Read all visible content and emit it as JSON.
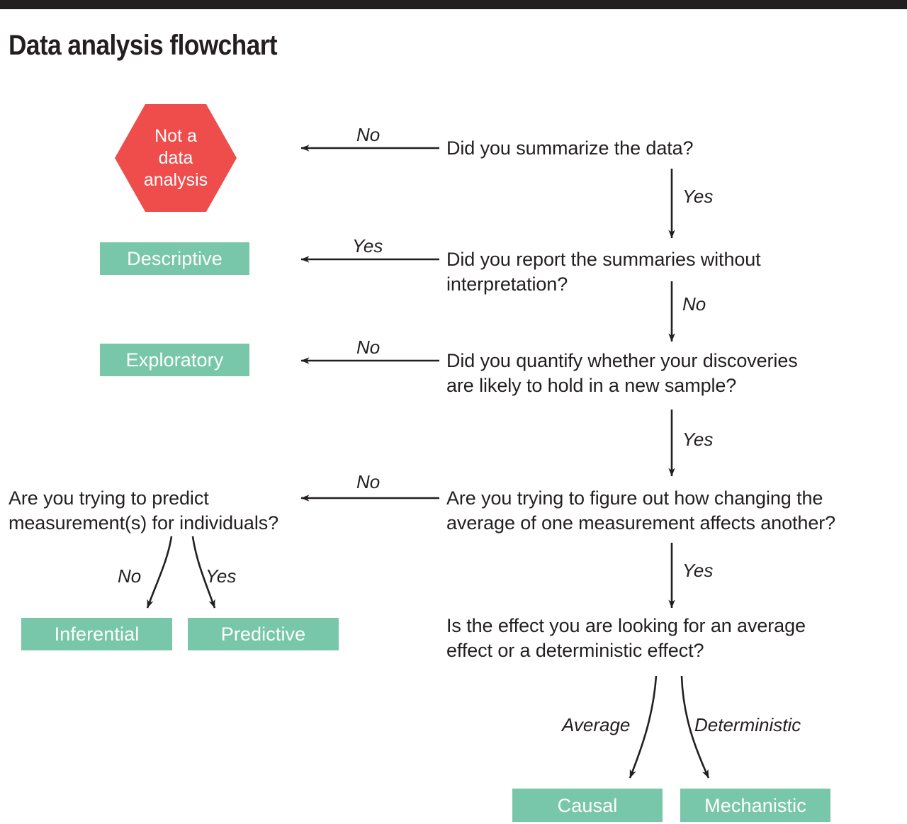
{
  "header": {
    "title": "Data analysis flowchart",
    "bar_color": "#231f20"
  },
  "palette": {
    "terminal_red": "#ef4c4c",
    "terminal_green": "#78c7aa",
    "text": "#231f20",
    "background": "#ffffff"
  },
  "chart_data": {
    "type": "diagram",
    "title": "Data analysis flowchart",
    "nodes": [
      {
        "id": "n1",
        "kind": "question",
        "text": "Did you summarize the data?"
      },
      {
        "id": "n2",
        "kind": "question",
        "text": "Did you report the summaries without interpretation?"
      },
      {
        "id": "n3",
        "kind": "question",
        "text": "Did you quantify whether your discoveries are likely to hold in a new sample?"
      },
      {
        "id": "n4",
        "kind": "question",
        "text": "Are you trying to figure out how changing the average of one measurement affects another?"
      },
      {
        "id": "n5",
        "kind": "question",
        "text": "Are you trying to predict measurement(s) for individuals?"
      },
      {
        "id": "n6",
        "kind": "question",
        "text": "Is the effect you are looking for an average effect or a deterministic effect?"
      },
      {
        "id": "t1",
        "kind": "terminal-hex",
        "text": "Not a data analysis"
      },
      {
        "id": "t2",
        "kind": "terminal-box",
        "text": "Descriptive"
      },
      {
        "id": "t3",
        "kind": "terminal-box",
        "text": "Exploratory"
      },
      {
        "id": "t4",
        "kind": "terminal-box",
        "text": "Inferential"
      },
      {
        "id": "t5",
        "kind": "terminal-box",
        "text": "Predictive"
      },
      {
        "id": "t6",
        "kind": "terminal-box",
        "text": "Causal"
      },
      {
        "id": "t7",
        "kind": "terminal-box",
        "text": "Mechanistic"
      }
    ],
    "edges": [
      {
        "from": "n1",
        "to": "t1",
        "label": "No"
      },
      {
        "from": "n1",
        "to": "n2",
        "label": "Yes"
      },
      {
        "from": "n2",
        "to": "t2",
        "label": "Yes"
      },
      {
        "from": "n2",
        "to": "n3",
        "label": "No"
      },
      {
        "from": "n3",
        "to": "t3",
        "label": "No"
      },
      {
        "from": "n3",
        "to": "n4",
        "label": "Yes"
      },
      {
        "from": "n4",
        "to": "n5",
        "label": "No"
      },
      {
        "from": "n4",
        "to": "n6",
        "label": "Yes"
      },
      {
        "from": "n5",
        "to": "t4",
        "label": "No"
      },
      {
        "from": "n5",
        "to": "t5",
        "label": "Yes"
      },
      {
        "from": "n6",
        "to": "t6",
        "label": "Average"
      },
      {
        "from": "n6",
        "to": "t7",
        "label": "Deterministic"
      }
    ]
  },
  "nodes": {
    "not_a_data_analysis": {
      "line1": "Not a",
      "line2": "data",
      "line3": "analysis"
    },
    "descriptive": "Descriptive",
    "exploratory": "Exploratory",
    "inferential": "Inferential",
    "predictive": "Predictive",
    "causal": "Causal",
    "mechanistic": "Mechanistic",
    "q_summarize": "Did you summarize the data?",
    "q_report_l1": "Did you report the summaries without",
    "q_report_l2": "interpretation?",
    "q_quantify_l1": "Did you quantify whether your discoveries",
    "q_quantify_l2": "are likely to hold in a new sample?",
    "q_changing_l1": "Are you trying to figure out how changing the",
    "q_changing_l2": "average of one measurement affects another?",
    "q_predict_l1": "Are you trying to predict",
    "q_predict_l2": "measurement(s) for individuals?",
    "q_effect_l1": "Is the effect you are looking for an average",
    "q_effect_l2": "effect or a deterministic effect?"
  },
  "labels": {
    "no_1": "No",
    "yes_1": "Yes",
    "yes_2": "Yes",
    "no_2": "No",
    "no_3": "No",
    "yes_3": "Yes",
    "no_4": "No",
    "yes_4": "Yes",
    "no_5": "No",
    "yes_5": "Yes",
    "average": "Average",
    "deterministic": "Deterministic"
  }
}
